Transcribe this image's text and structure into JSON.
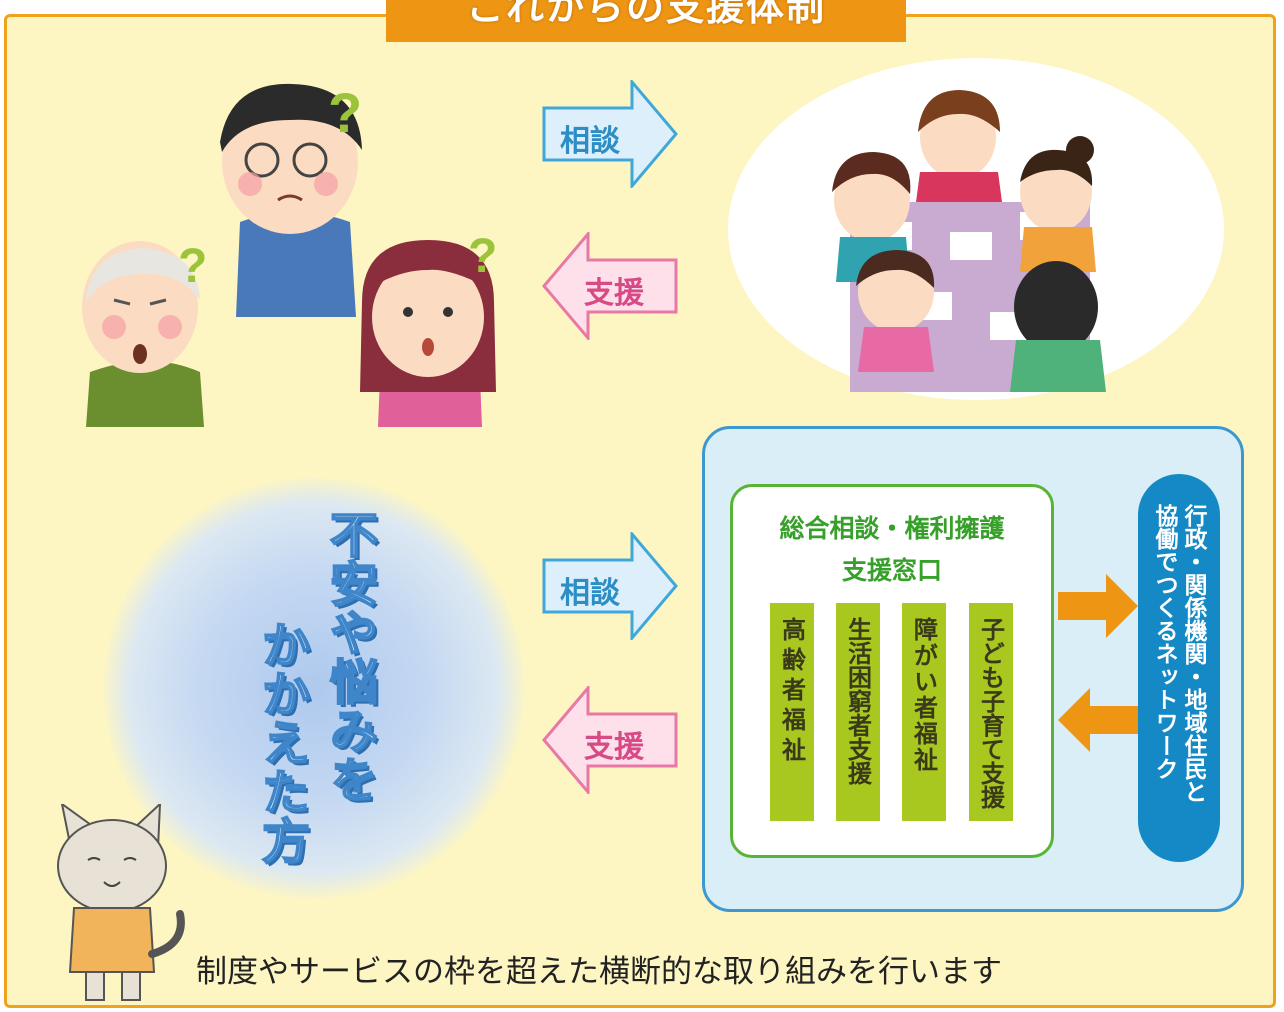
{
  "title": "これからの支援体制",
  "arrows": {
    "consult_top": "相談",
    "support_top": "支援",
    "consult_bottom": "相談",
    "support_bottom": "支援"
  },
  "person_label": "不安や悩みを\nかかえた方",
  "person_label_lines": [
    "不安や悩みを",
    "かかえた方"
  ],
  "window": {
    "title_line1": "総合相談・権利擁護",
    "title_line2": "支援窓口",
    "columns": [
      "高齢者福祉",
      "生活困窮者支援",
      "障がい者福祉",
      "子ども子育て支援"
    ]
  },
  "network_lines": [
    "行政・関係機関・地域住民と",
    "協働でつくるネットワーク"
  ],
  "footer": "制度やサービスの枠を超えた横断的な取り組みを行います",
  "colors": {
    "accent": "#ee9614",
    "blue": "#3c98cf",
    "green": "#59b435",
    "pill": "#1589c5",
    "col": "#a8c81f"
  }
}
